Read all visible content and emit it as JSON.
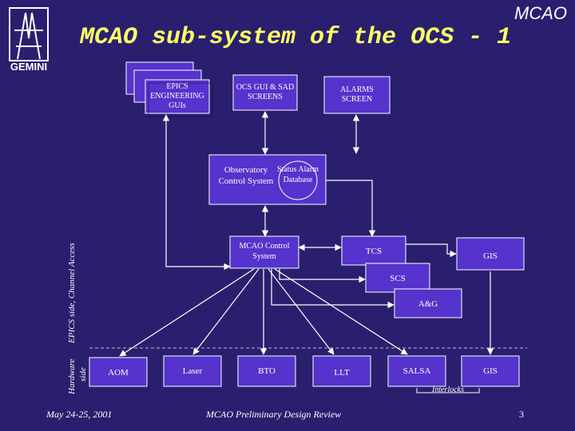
{
  "header": {
    "title": "MCAO sub-system of the OCS - 1",
    "brand": "MCAO",
    "logo_text": "GEMINI"
  },
  "top_boxes": {
    "epics_gui": "EPICS ENGINEERING GUIs",
    "ocs_gui": "OCS GUI & SAD SCREENS",
    "alarms": "ALARMS SCREEN"
  },
  "middle": {
    "ocs": "Observatory Control System",
    "database": "Status Alarm Database"
  },
  "systems": {
    "mcao_cs": "MCAO Control System",
    "tcs": "TCS",
    "gis_top": "GIS",
    "scs": "SCS",
    "ag": "A&G"
  },
  "hardware": {
    "aom": "AOM",
    "laser": "Laser",
    "bto": "BTO",
    "llt": "LLT",
    "salsa": "SALSA",
    "gis": "GIS",
    "interlocks": "Interlocks"
  },
  "side_labels": {
    "epics": "EPICS side, Channel Access",
    "hardware_line1": "Hardware",
    "hardware_line2": "side"
  },
  "footer": {
    "date": "May 24-25, 2001",
    "review": "MCAO Preliminary Design Review",
    "page": "3"
  },
  "colors": {
    "background": "#2a1f6e",
    "box_fill": "#5533cc",
    "title": "#ffff66",
    "line": "#ffffff"
  }
}
